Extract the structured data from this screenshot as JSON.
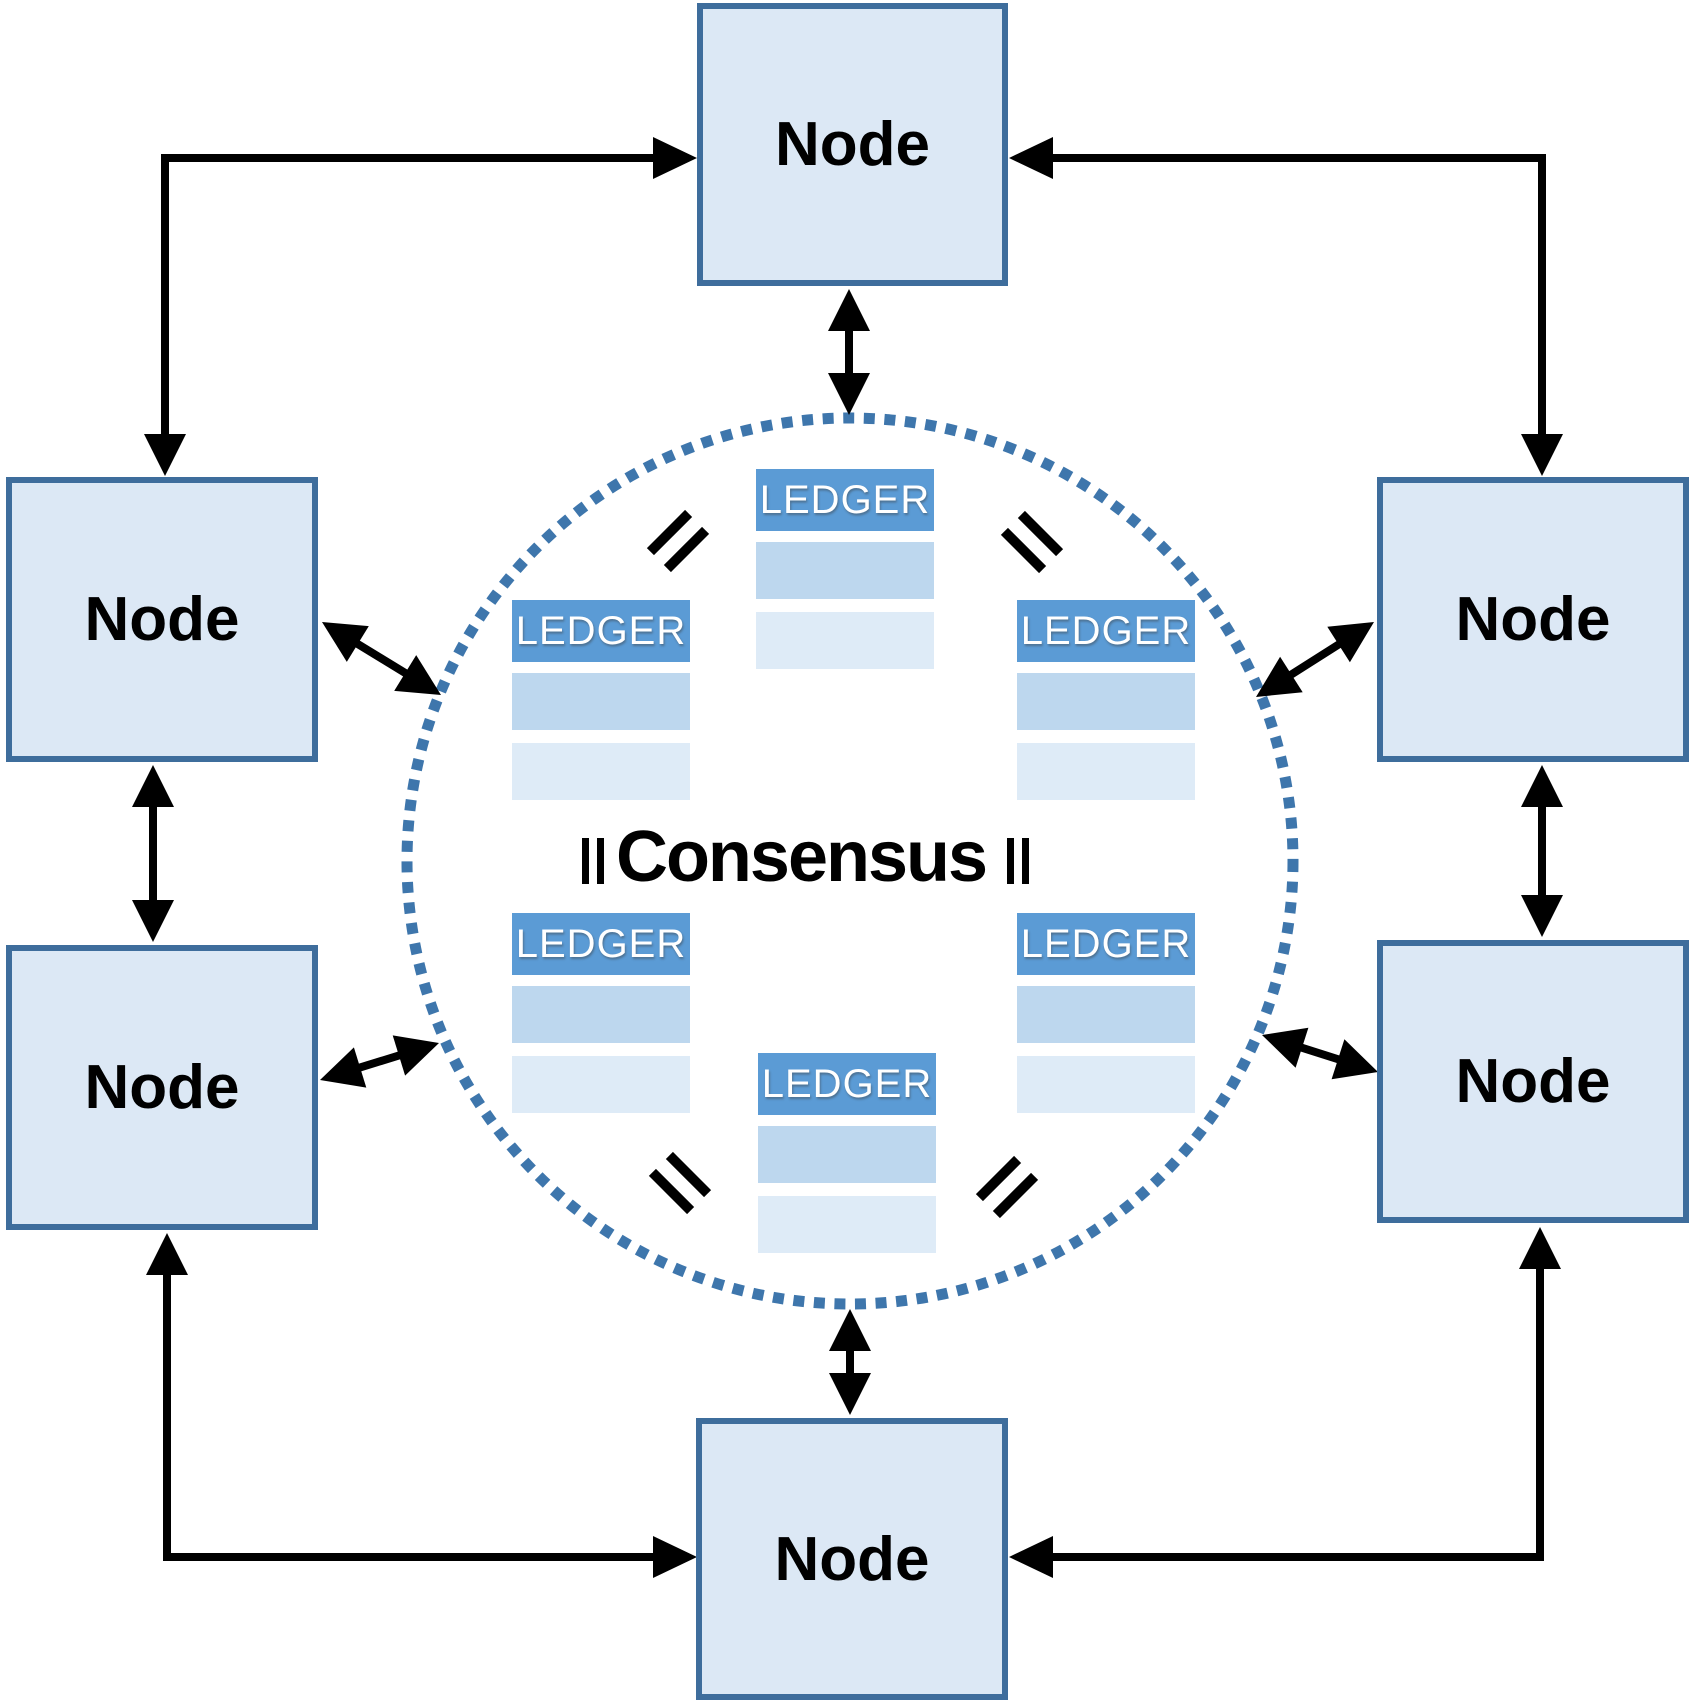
{
  "diagram": {
    "center_label": "Consensus",
    "nodes": [
      {
        "id": "top",
        "label": "Node"
      },
      {
        "id": "left-upper",
        "label": "Node"
      },
      {
        "id": "left-lower",
        "label": "Node"
      },
      {
        "id": "right-upper",
        "label": "Node"
      },
      {
        "id": "right-lower",
        "label": "Node"
      },
      {
        "id": "bottom",
        "label": "Node"
      }
    ],
    "ledgers": [
      {
        "id": "top",
        "label": "LEDGER"
      },
      {
        "id": "mid-left",
        "label": "LEDGER"
      },
      {
        "id": "mid-right",
        "label": "LEDGER"
      },
      {
        "id": "lower-left",
        "label": "LEDGER"
      },
      {
        "id": "lower-right",
        "label": "LEDGER"
      },
      {
        "id": "bottom",
        "label": "LEDGER"
      }
    ],
    "colors": {
      "node_fill": "#dce8f5",
      "node_border": "#3e6d9c",
      "ledger_header_fill": "#5b9bd5",
      "ledger_header_text": "#ffffff",
      "ledger_row_medium": "#bdd7ee",
      "ledger_row_light": "#deebf7",
      "consensus_circle_dotted": "#3e76ac",
      "arrow": "#000000",
      "label_text": "#000000"
    }
  }
}
